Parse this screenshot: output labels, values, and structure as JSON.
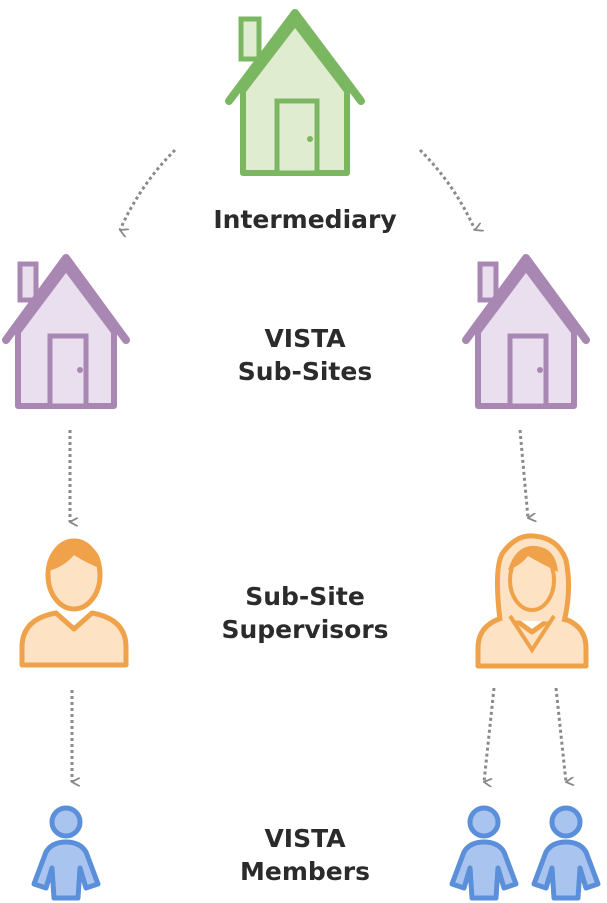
{
  "diagram": {
    "nodes": {
      "intermediary": {
        "label": "Intermediary",
        "icon": "house-icon",
        "color": "#7bb661"
      },
      "sub_sites": {
        "label_line1": "VISTA",
        "label_line2": "Sub-Sites",
        "icon": "house-icon",
        "color": "#a987b3"
      },
      "supervisors": {
        "label_line1": "Sub-Site",
        "label_line2": "Supervisors",
        "icon": "supervisor-person-icon",
        "color": "#f0a24a"
      },
      "members": {
        "label_line1": "VISTA",
        "label_line2": "Members",
        "icon": "member-person-icon",
        "color": "#5b8fd9"
      }
    },
    "edges": [
      {
        "from": "intermediary",
        "to": "sub-site-left"
      },
      {
        "from": "intermediary",
        "to": "sub-site-right"
      },
      {
        "from": "sub-site-left",
        "to": "supervisor-male"
      },
      {
        "from": "sub-site-right",
        "to": "supervisor-female"
      },
      {
        "from": "supervisor-male",
        "to": "member-left"
      },
      {
        "from": "supervisor-female",
        "to": "member-right-1"
      },
      {
        "from": "supervisor-female",
        "to": "member-right-2"
      }
    ],
    "arrow_color": "#8a8a8a"
  }
}
